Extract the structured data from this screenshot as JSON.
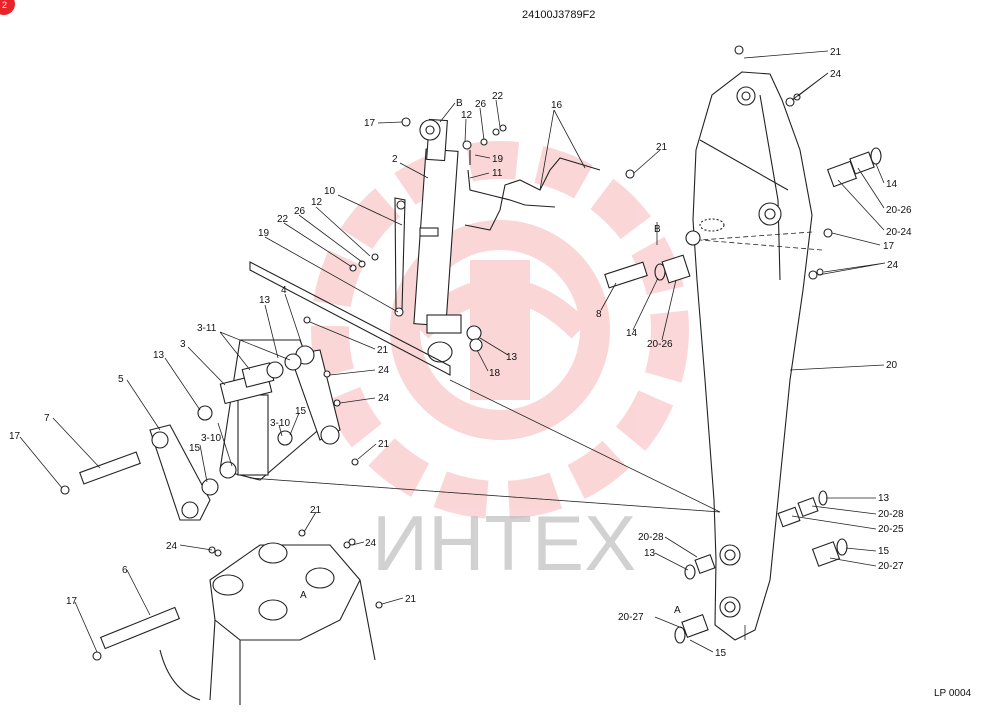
{
  "drawing_number": "24100J3789F2",
  "sheet_code": "LP 0004",
  "watermark_text": "ИНТЕХ",
  "watermark_color": "#e8232a",
  "line_color": "#222222",
  "corner_badge": "2",
  "callouts": [
    {
      "id": "21a",
      "text": "21"
    },
    {
      "id": "24a",
      "text": "24"
    },
    {
      "id": "B1",
      "text": "B"
    },
    {
      "id": "26a",
      "text": "26"
    },
    {
      "id": "22a",
      "text": "22"
    },
    {
      "id": "16",
      "text": "16"
    },
    {
      "id": "17a",
      "text": "17"
    },
    {
      "id": "12a",
      "text": "12"
    },
    {
      "id": "19a",
      "text": "19"
    },
    {
      "id": "2",
      "text": "2"
    },
    {
      "id": "11",
      "text": "11"
    },
    {
      "id": "21b",
      "text": "21"
    },
    {
      "id": "10",
      "text": "10"
    },
    {
      "id": "12b",
      "text": "12"
    },
    {
      "id": "26b",
      "text": "26"
    },
    {
      "id": "22b",
      "text": "22"
    },
    {
      "id": "19b",
      "text": "19"
    },
    {
      "id": "B2",
      "text": "B"
    },
    {
      "id": "14a",
      "text": "14"
    },
    {
      "id": "20-26a",
      "text": "20-26"
    },
    {
      "id": "20-24",
      "text": "20-24"
    },
    {
      "id": "17b",
      "text": "17"
    },
    {
      "id": "24b",
      "text": "24"
    },
    {
      "id": "8a",
      "text": "8"
    },
    {
      "id": "14b",
      "text": "14"
    },
    {
      "id": "20-26b",
      "text": "20-26"
    },
    {
      "id": "4",
      "text": "4"
    },
    {
      "id": "13a",
      "text": "13"
    },
    {
      "id": "3-11",
      "text": "3-11"
    },
    {
      "id": "3",
      "text": "3"
    },
    {
      "id": "13b",
      "text": "13"
    },
    {
      "id": "21c",
      "text": "21"
    },
    {
      "id": "13c",
      "text": "13"
    },
    {
      "id": "18",
      "text": "18"
    },
    {
      "id": "24c",
      "text": "24"
    },
    {
      "id": "5",
      "text": "5"
    },
    {
      "id": "24d",
      "text": "24"
    },
    {
      "id": "15a",
      "text": "15"
    },
    {
      "id": "3-10a",
      "text": "3-10"
    },
    {
      "id": "7",
      "text": "7"
    },
    {
      "id": "3-10b",
      "text": "3-10"
    },
    {
      "id": "15b",
      "text": "15"
    },
    {
      "id": "17c",
      "text": "17"
    },
    {
      "id": "21d",
      "text": "21"
    },
    {
      "id": "20",
      "text": "20"
    },
    {
      "id": "13d",
      "text": "13"
    },
    {
      "id": "20-28a",
      "text": "20-28"
    },
    {
      "id": "20-25",
      "text": "20-25"
    },
    {
      "id": "21e",
      "text": "21"
    },
    {
      "id": "24e",
      "text": "24"
    },
    {
      "id": "24f",
      "text": "24"
    },
    {
      "id": "20-28b",
      "text": "20-28"
    },
    {
      "id": "13e",
      "text": "13"
    },
    {
      "id": "15c",
      "text": "15"
    },
    {
      "id": "20-27a",
      "text": "20-27"
    },
    {
      "id": "6",
      "text": "6"
    },
    {
      "id": "A1",
      "text": "A"
    },
    {
      "id": "21f",
      "text": "21"
    },
    {
      "id": "17d",
      "text": "17"
    },
    {
      "id": "A2",
      "text": "A"
    },
    {
      "id": "20-27b",
      "text": "20-27"
    },
    {
      "id": "15d",
      "text": "15"
    }
  ]
}
